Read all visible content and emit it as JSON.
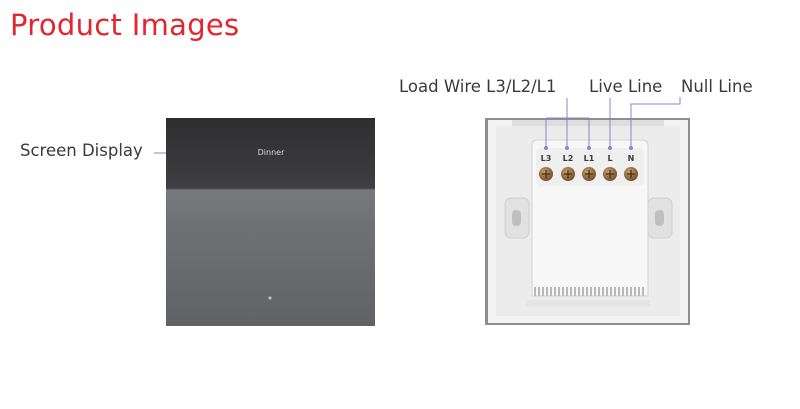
{
  "title": "Product Images",
  "callouts": {
    "screen_display": "Screen Display",
    "load_wire": "Load Wire L3/L2/L1",
    "live_line": "Live Line",
    "null_line": "Null Line"
  },
  "screen_text": "Dinner",
  "terminals": [
    "L3",
    "L2",
    "L1",
    "L",
    "N"
  ],
  "colors": {
    "title": "#e3262d",
    "leader_line": "#8b84c8",
    "panel_top": "#3b3b3d",
    "panel_bottom": "#6f7073"
  }
}
